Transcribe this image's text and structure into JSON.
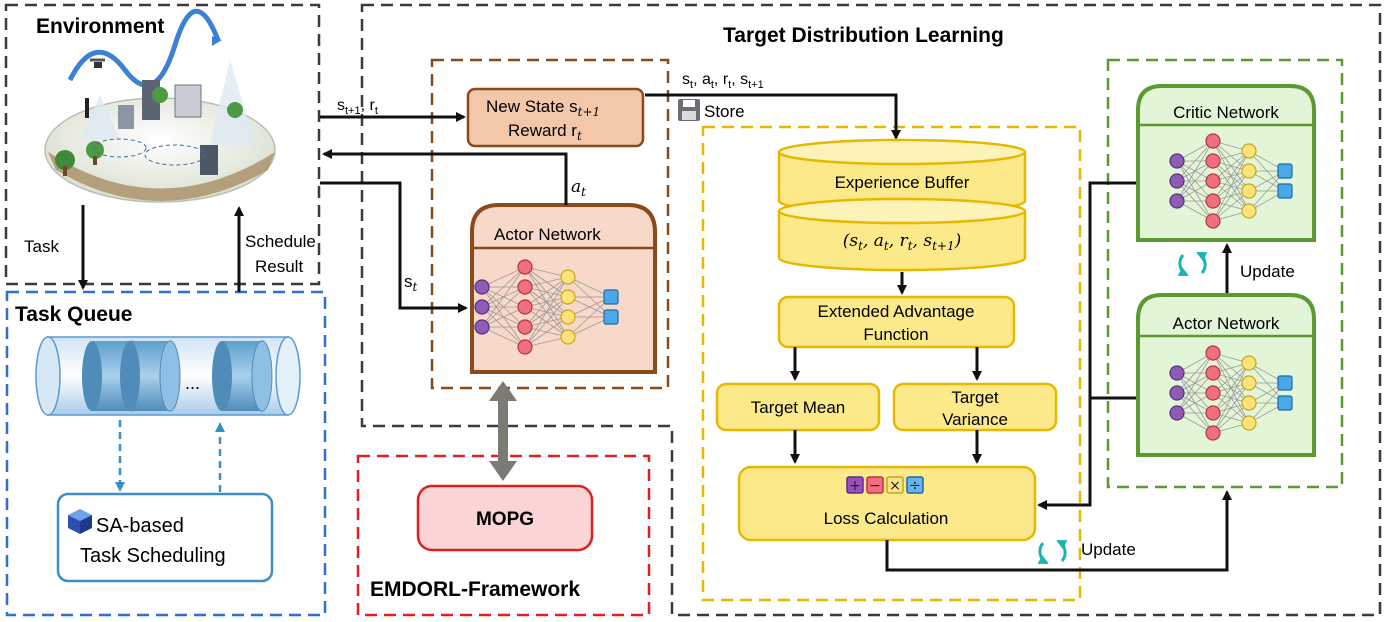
{
  "environment": {
    "title": "Environment"
  },
  "task_queue": {
    "title": "Task Queue",
    "ellipsis": "...",
    "scheduler_line1": "SA-based",
    "scheduler_line2": "Task Scheduling"
  },
  "labels": {
    "task": "Task",
    "schedule_result_line1": "Schedule",
    "schedule_result_line2": "Result",
    "state_reward_in": "s",
    "state_reward_in_sub1": "t+1",
    "state_reward_in_sep": ", r",
    "state_reward_in_sub2": "t",
    "action": "a",
    "action_sub": "t",
    "state": "s",
    "state_sub": "t",
    "transition": "s",
    "transition_sub": "t",
    "transition_rest1": ", a",
    "transition_rest2": ", r",
    "transition_rest3": ", s",
    "transition_sub_next": "t+1",
    "store": "Store"
  },
  "new_state_box": {
    "line1": "New State s",
    "line1_sub": "t+1",
    "line2": "Reward r",
    "line2_sub": "t"
  },
  "actor_left": {
    "title": "Actor Network"
  },
  "mopg": {
    "label": "MOPG"
  },
  "framework": {
    "label": "EMDORL-Framework"
  },
  "tdl": {
    "title": "Target Distribution Learning",
    "experience_buffer": "Experience Buffer",
    "buffer_tuple": "(s",
    "buffer_tuple_full": "(st, at, rt, st+1)",
    "advantage_line1": "Extended Advantage",
    "advantage_line2": "Function",
    "target_mean": "Target Mean",
    "target_variance_line1": "Target",
    "target_variance_line2": "Variance",
    "loss": "Loss Calculation",
    "ops": [
      "+",
      "−",
      "×",
      "÷"
    ],
    "update_bottom": "Update"
  },
  "right_panel": {
    "critic": "Critic Network",
    "actor": "Actor Network",
    "update": "Update"
  },
  "colors": {
    "env_border": "#3a3a3a",
    "queue_border": "#2e6fd0",
    "framework_border": "#e02020",
    "brown_border": "#8b4a1c",
    "yellow_border": "#e6b800",
    "green_border": "#5a9a30",
    "state_box_fill": "#f2c8a8",
    "actor_fill": "#f8d8c8",
    "yellow_fill": "#fbe98a",
    "green_fill": "#e2f5d6",
    "mopg_fill": "#fbd5d5",
    "teal": "#19b5b5"
  }
}
